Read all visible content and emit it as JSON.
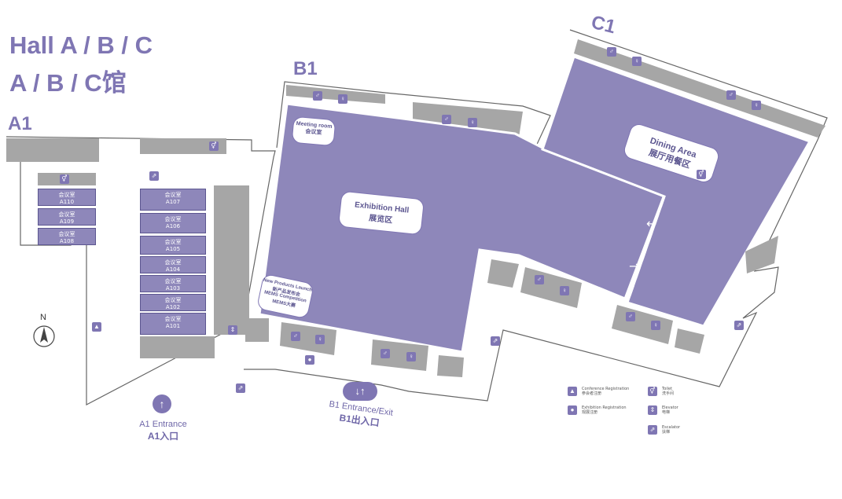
{
  "title": {
    "line1": "Hall A / B / C",
    "line2": "A / B / C馆"
  },
  "halls": {
    "a1": "A1",
    "b1": "B1",
    "c1": "C1"
  },
  "rooms_left": [
    {
      "name": "会议室",
      "code": "A110"
    },
    {
      "name": "会议室",
      "code": "A109"
    },
    {
      "name": "会议室",
      "code": "A108"
    }
  ],
  "rooms_right": [
    {
      "name": "会议室",
      "code": "A107"
    },
    {
      "name": "会议室",
      "code": "A106"
    },
    {
      "name": "会议室",
      "code": "A105"
    },
    {
      "name": "会议室",
      "code": "A104"
    },
    {
      "name": "会议室",
      "code": "A103"
    },
    {
      "name": "会议室",
      "code": "A102"
    },
    {
      "name": "会议室",
      "code": "A101"
    }
  ],
  "areas": {
    "meeting_room_en": "Meeting room",
    "meeting_room_cn": "会议室",
    "exhibition_en": "Exhibition Hall",
    "exhibition_cn": "展览区",
    "dining_en": "Dining Area",
    "dining_cn": "展厅用餐区",
    "launch_en": "New Products Launch",
    "launch_cn": "新产品发布会",
    "mems_en": "MEMS Competition",
    "mems_cn": "MEMS大赛"
  },
  "entrances": {
    "a1_en": "A1 Entrance",
    "a1_cn": "A1入口",
    "b1_en": "B1 Entrance/Exit",
    "b1_cn": "B1出入口"
  },
  "compass": "N",
  "legend": [
    {
      "icon": "conference-registration-icon",
      "en": "Conference Registration",
      "cn": "参会者注册"
    },
    {
      "icon": "exhibition-registration-icon",
      "en": "Exhibition Registration",
      "cn": "观展注册"
    },
    {
      "icon": "toilet-icon",
      "en": "Toilet",
      "cn": "洗手间"
    },
    {
      "icon": "elevator-icon",
      "en": "Elevator",
      "cn": "电梯"
    },
    {
      "icon": "escalator-icon",
      "en": "Escalator",
      "cn": "扶梯"
    }
  ],
  "colors": {
    "hall_fill": "#8e87ba",
    "accent": "#7f76b3",
    "block_gray": "#a6a6a6"
  }
}
